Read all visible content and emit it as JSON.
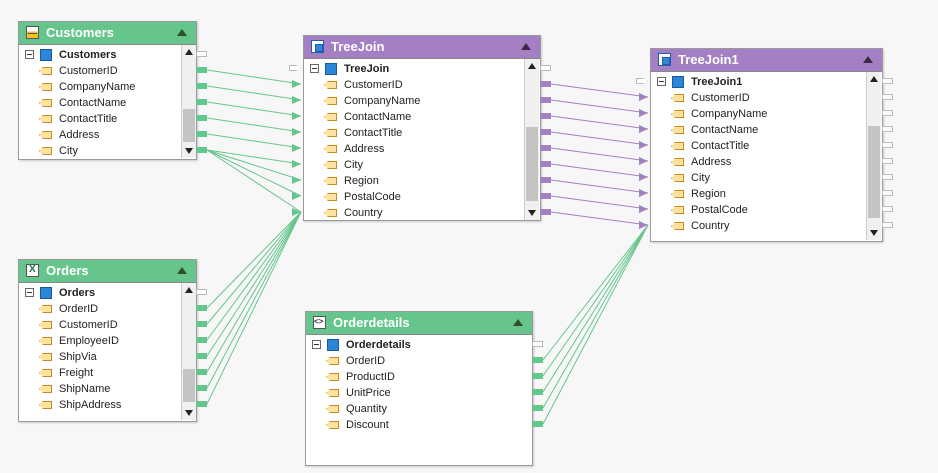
{
  "colors": {
    "source_header": "#66c58c",
    "join_header": "#a47fc4",
    "link_green": "#66c58c",
    "link_purple": "#a47fc4"
  },
  "components": {
    "customers": {
      "title": "Customers",
      "icon": "table-icon",
      "root_label": "Customers",
      "fields": [
        "CustomerID",
        "CompanyName",
        "ContactName",
        "ContactTitle",
        "Address",
        "City"
      ]
    },
    "orders": {
      "title": "Orders",
      "icon": "excel-icon",
      "root_label": "Orders",
      "fields": [
        "OrderID",
        "CustomerID",
        "EmployeeID",
        "ShipVia",
        "Freight",
        "ShipName",
        "ShipAddress"
      ]
    },
    "treejoin": {
      "title": "TreeJoin",
      "icon": "join-icon",
      "root_label": "TreeJoin",
      "fields": [
        "CustomerID",
        "CompanyName",
        "ContactName",
        "ContactTitle",
        "Address",
        "City",
        "Region",
        "PostalCode",
        "Country"
      ]
    },
    "orderdetails": {
      "title": "Orderdetails",
      "icon": "xml-icon",
      "root_label": "Orderdetails",
      "fields": [
        "OrderID",
        "ProductID",
        "UnitPrice",
        "Quantity",
        "Discount"
      ]
    },
    "treejoin1": {
      "title": "TreeJoin1",
      "icon": "join-icon",
      "root_label": "TreeJoin1",
      "fields": [
        "CustomerID",
        "CompanyName",
        "ContactName",
        "ContactTitle",
        "Address",
        "City",
        "Region",
        "PostalCode",
        "Country"
      ]
    }
  }
}
